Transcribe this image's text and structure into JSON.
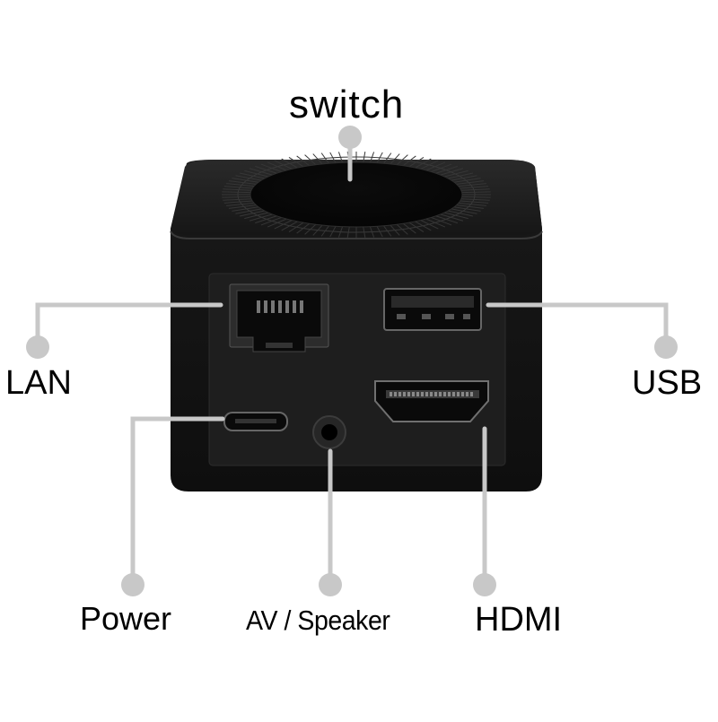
{
  "labels": {
    "switch": "switch",
    "lan": "LAN",
    "usb": "USB",
    "power": "Power",
    "av_speaker": "AV / Speaker",
    "hdmi": "HDMI"
  },
  "colors": {
    "background": "#ffffff",
    "device_body": "#141414",
    "device_top": "#1c1c1c",
    "port_panel": "#1e1e1e",
    "callout": "#c8c8c8",
    "text": "#000000"
  },
  "icons": {
    "switch": "rotary-knob",
    "lan": "rj45-port",
    "usb": "usb-a-port",
    "power": "micro-usb-port",
    "av_speaker": "audio-jack",
    "hdmi": "hdmi-port"
  }
}
